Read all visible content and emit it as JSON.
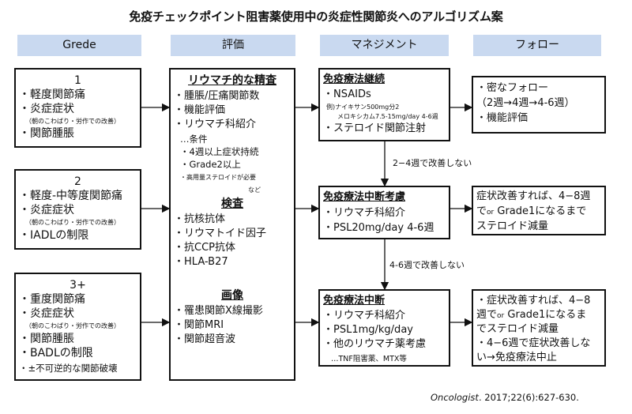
{
  "title": "免疫チェックポイント阻害薬使用中の炎症性関節炎へのアルゴリズム案",
  "headers": [
    "Grede",
    "評価",
    "マネジメント",
    "フォロー"
  ],
  "grades": {
    "g1": {
      "num": "1",
      "l1": "・軽度関節痛",
      "l2": "・炎症症状",
      "l3": "（朝のこわばり・労作での改善）",
      "l4": "・関節腫脹"
    },
    "g2": {
      "num": "2",
      "l1": "・軽度-中等度関節痛",
      "l2": "・炎症症状",
      "l3": "（朝のこわばり・労作での改善）",
      "l4": "・IADLの制限"
    },
    "g3": {
      "num": "3+",
      "l1": "・重度関節痛",
      "l2": "・炎症症状",
      "l3": "（朝のこわばり・労作での改善）",
      "l4": "・関節腫脹",
      "l5": "・BADLの制限",
      "l6": "・±不可逆的な関節破壊"
    }
  },
  "evaluation": {
    "h1": "リウマチ的な精査",
    "a1": "・腫脹/圧痛関節数",
    "a2": "・機能評価",
    "a3": "・リウマチ科紹介",
    "a4": "…条件",
    "a5": "・4週以上症状持続",
    "a6": "・Grade2以上",
    "a7": "・高用量ステロイドが必要",
    "a8": "など",
    "h2": "検査",
    "b1": "・抗核抗体",
    "b2": "・リウマトイド因子",
    "b3": "・抗CCP抗体",
    "b4": "・HLA-B27",
    "h3": "画像",
    "c1": "・罹患関節X線撮影",
    "c2": "・関節MRI",
    "c3": "・関節超音波"
  },
  "management": {
    "m1": {
      "h": "免疫療法継続",
      "l1": "・NSAIDs",
      "l2": "例)ナイキサン500mg分2",
      "l3": "メロキシカム7.5-15mg/day 4-6週",
      "l4": "・ステロイド関節注射"
    },
    "m2": {
      "h": "免疫療法中断考慮",
      "l1": "・リウマチ科紹介",
      "l2": "・PSL20mg/day 4-6週"
    },
    "m3": {
      "h": "免疫療法中断",
      "l1": "・リウマチ科紹介",
      "l2": "・PSL1mg/kg/day",
      "l3": "・他のリウマチ薬考慮",
      "l4": "…TNF阻害薬、MTX等"
    }
  },
  "arrows": {
    "a1": "2−4週で改善しない",
    "a2": "4-6週で改善しない"
  },
  "follow": {
    "f1": {
      "l1": "・密なフォロー",
      "l2": "（2週→4週→4-6週）",
      "l3": "・機能評価"
    },
    "f2": {
      "l1": "症状改善すれば、4−8週",
      "l2": "で",
      "l2s": "or",
      "l2b": "Grade1になるまで",
      "l3": "ステロイド減量"
    },
    "f3": {
      "l1": "・症状改善すれば、4−8",
      "l2": "週で",
      "l2s": "or",
      "l2b": "Grade1になるま",
      "l3": "でステロイド減量",
      "l4": "・4−6週で症状改善しな",
      "l5": "い→免疫療法中止"
    }
  },
  "citation": {
    "journal": "Oncologist",
    "rest": ". 2017;22(6):627-630."
  }
}
